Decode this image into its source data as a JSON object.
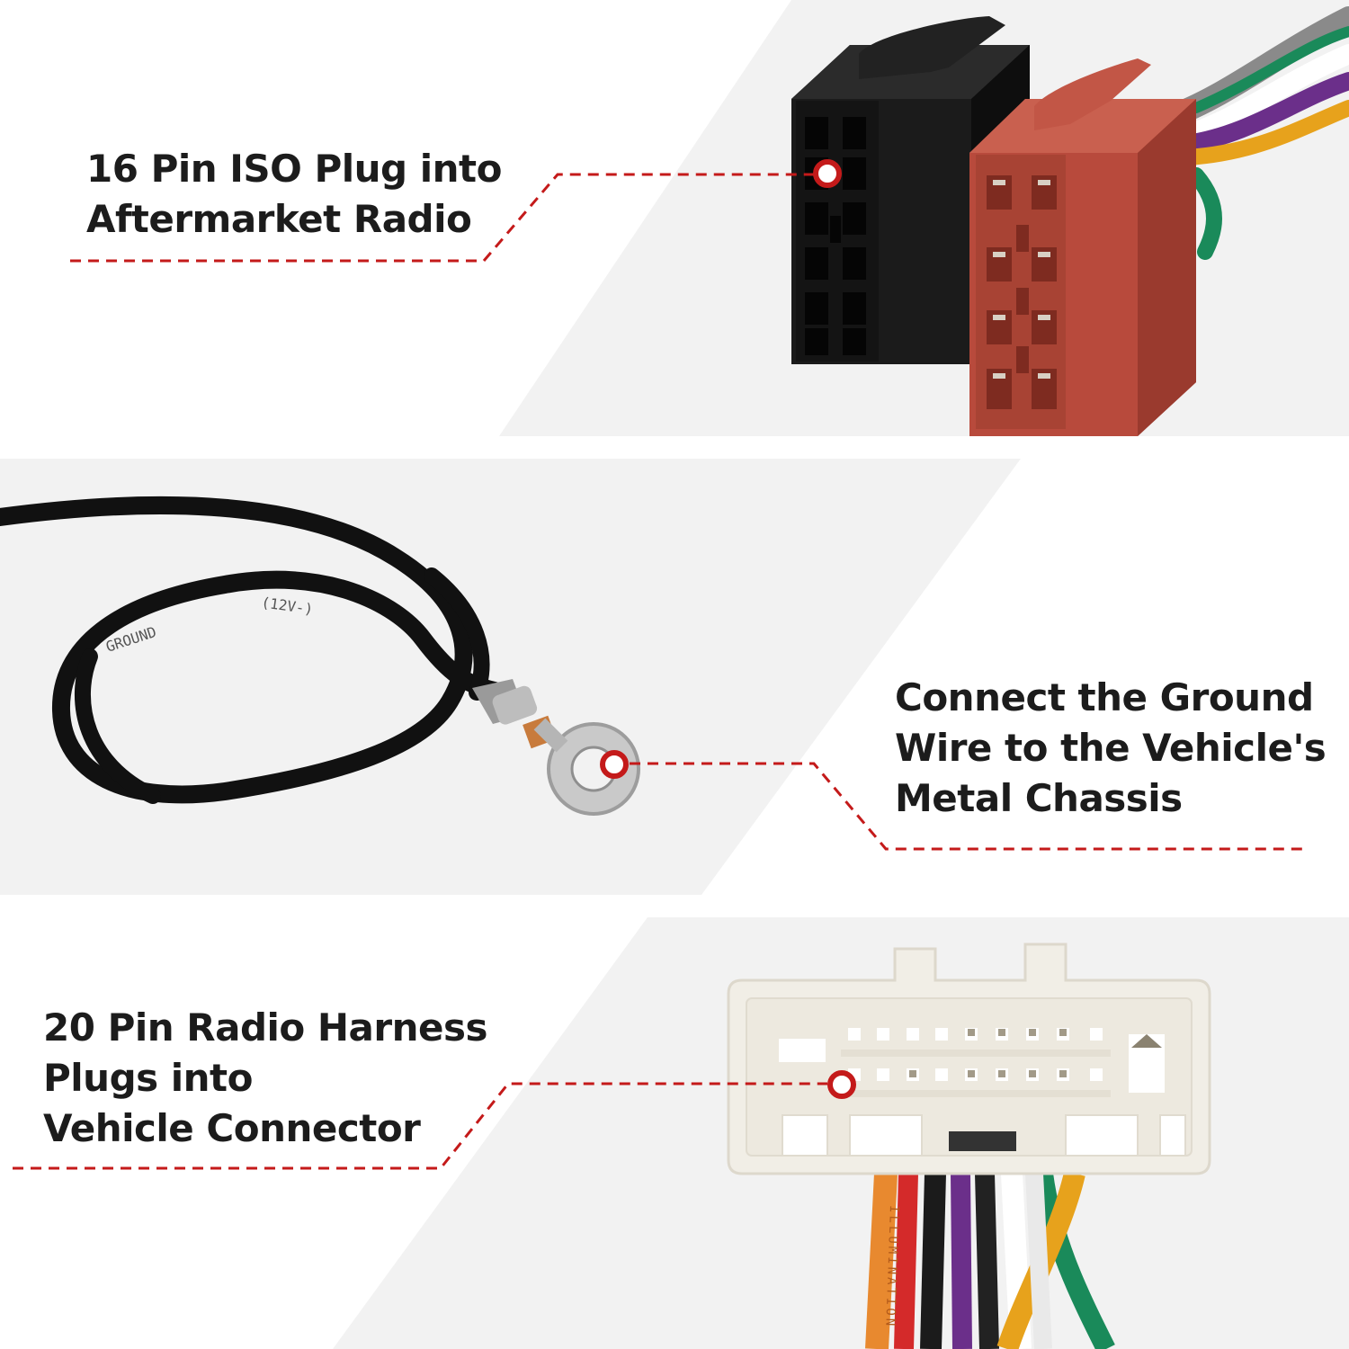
{
  "callouts": [
    {
      "lines": [
        "16 Pin ISO Plug into",
        "Aftermarket Radio"
      ]
    },
    {
      "lines": [
        "Connect the Ground",
        "Wire to the Vehicle's",
        "Metal Chassis"
      ]
    },
    {
      "lines": [
        "20 Pin Radio Harness",
        "Plugs into",
        "Vehicle Connector"
      ]
    }
  ],
  "wire_print": {
    "ground": "GROUND",
    "volt": "(12V-)",
    "illum": "ILLUMINATION"
  },
  "colors": {
    "background": "#ffffff",
    "band": "#f2f2f2",
    "accent": "#c41a1a",
    "text": "#1c1c1c",
    "iso_black": "#151515",
    "iso_red": "#b84a3c",
    "connector_white": "#f1eee6",
    "wire_colors": [
      "#e8892f",
      "#d42a2a",
      "#1b1b1b",
      "#6b2f8a",
      "#ffffff",
      "#e7a21c",
      "#1a8a5a",
      "#8a8a8a"
    ]
  }
}
